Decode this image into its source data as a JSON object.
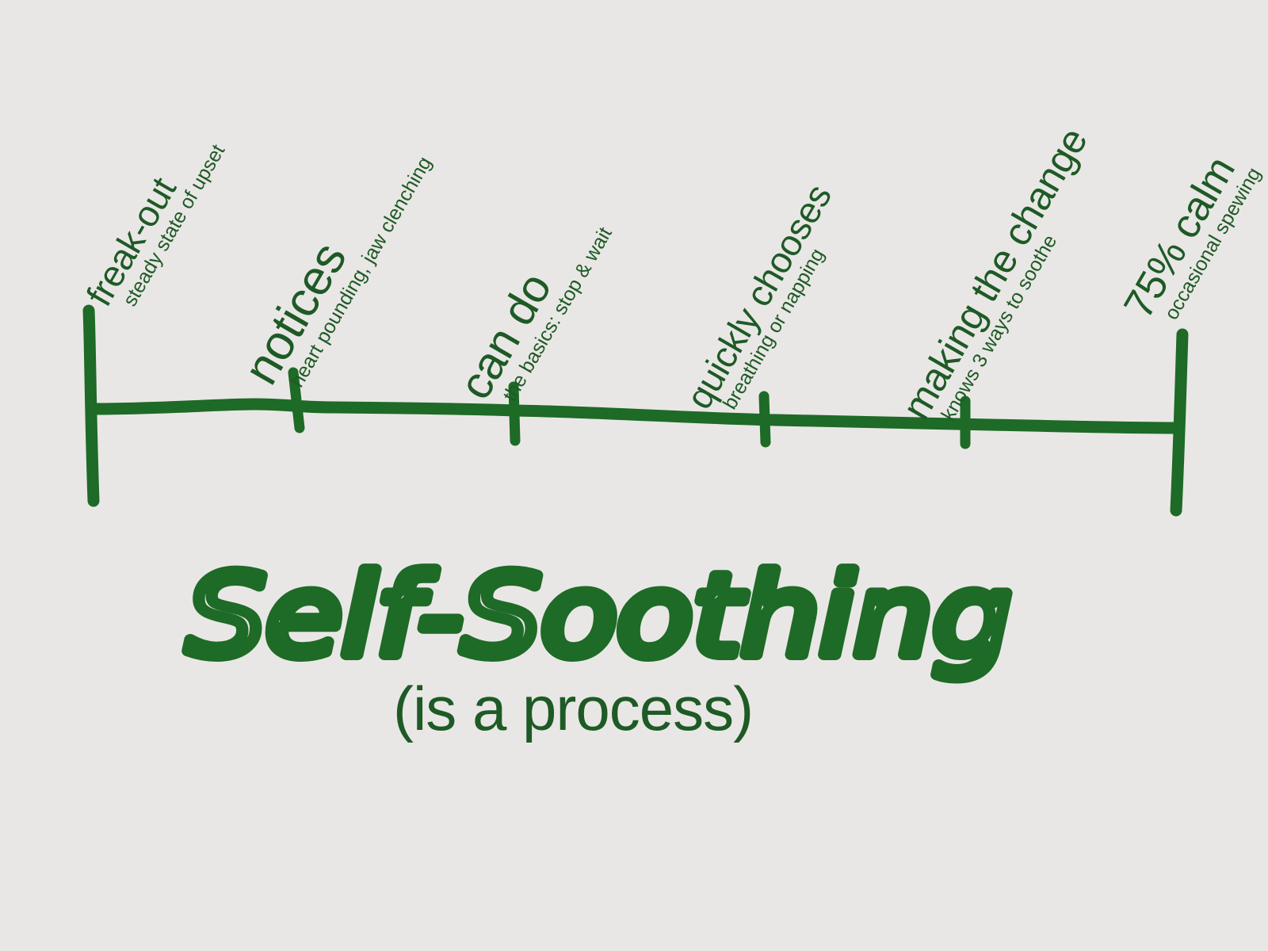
{
  "colors": {
    "background": "#e9e7e5",
    "ink": "#1e6a27",
    "text": "#1e5a26"
  },
  "stages": [
    {
      "id": "stage-0",
      "label": "freak-out",
      "description": "steady state of upset"
    },
    {
      "id": "stage-1",
      "label": "notices",
      "description": "heart pounding, jaw clenching"
    },
    {
      "id": "stage-2",
      "label": "can do",
      "description": "the basics: stop & wait"
    },
    {
      "id": "stage-3",
      "label": "quickly chooses",
      "description": "breathing or napping"
    },
    {
      "id": "stage-4",
      "label": "making the change",
      "description": "knows 3 ways to soothe"
    },
    {
      "id": "stage-5",
      "label": "75% calm",
      "description": "occasional spewing"
    }
  ],
  "title": "Self-Soothing",
  "subtitle": "(is a process)"
}
